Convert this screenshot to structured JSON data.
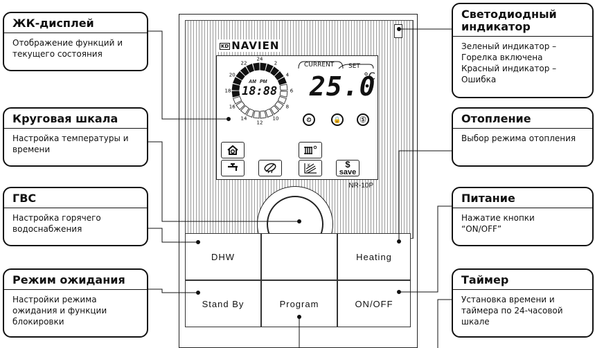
{
  "device": {
    "brand_prefix": "KD",
    "brand": "NAVIEN",
    "model": "NR-10P",
    "lcd": {
      "tab_current": "CURRENT",
      "tab_set": "SET",
      "am": "AM",
      "pm": "PM",
      "clock": "18:88",
      "temperature": "25.0",
      "temperature_unit": "°C",
      "dial_numbers": [
        "24",
        "2",
        "4",
        "6",
        "8",
        "10",
        "12",
        "14",
        "16",
        "18",
        "20",
        "22"
      ]
    },
    "buttons": {
      "dhw": "DHW",
      "heating": "Heating",
      "standby": "Stand By",
      "program": "Program",
      "onoff": "ON/OFF",
      "save": "save"
    }
  },
  "callouts": {
    "lcd_display": {
      "title": "ЖК-дисплей",
      "desc": "Отображение функций и\nтекущего состояния"
    },
    "circular_scale": {
      "title": "Круговая шкала",
      "desc": "Настройка температуры и\nвремени"
    },
    "dhw": {
      "title": "ГВС",
      "desc": "Настройка горячего\nводоснабжения"
    },
    "standby": {
      "title": "Режим ожидания",
      "desc": "Настройки режима\nожидания и функции\nблокировки"
    },
    "led": {
      "title": "Светодиодный\nиндикатор",
      "desc": "Зеленый индикатор –\nГорелка включена\nКрасный индикатор –\nОшибка"
    },
    "heating": {
      "title": "Отопление",
      "desc": "Выбор режима отопления"
    },
    "power": {
      "title": "Питание",
      "desc": "Нажатие кнопки\n“ON/OFF”"
    },
    "timer": {
      "title": "Таймер",
      "desc": "Установка времени и\nтаймера по 24-часовой\nшкале"
    }
  }
}
